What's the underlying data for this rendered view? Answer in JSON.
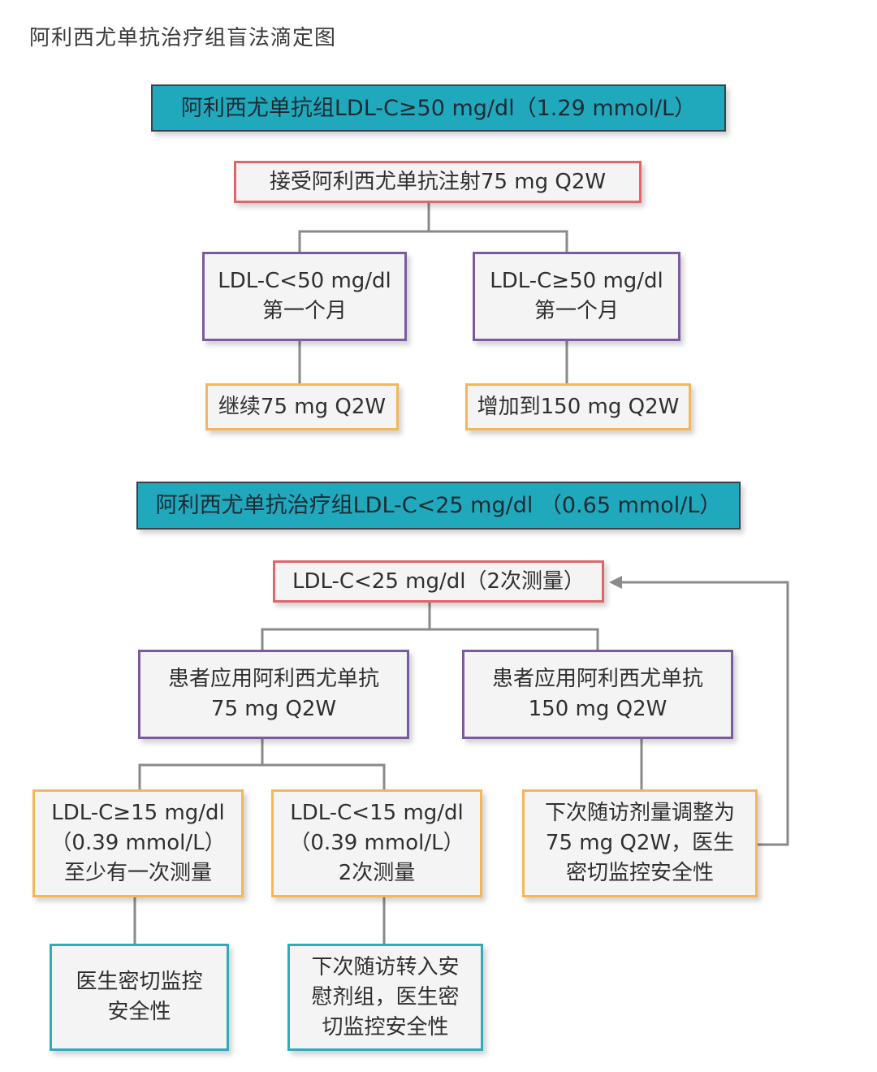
{
  "title": "阿利西尤单抗治疗组盲法滴定图",
  "colors": {
    "banner": "#20a9bd",
    "red_border": "#e0666a",
    "purple_border": "#7b5ba0",
    "orange_border": "#f5b65a",
    "teal_border": "#34a9ba",
    "connector": "#8a8a8a"
  },
  "section1": {
    "banner": "阿利西尤单抗组LDL-C≥50 mg/dl（1.29 mmol/L）",
    "start": "接受阿利西尤单抗注射75 mg Q2W",
    "left_cond": [
      "LDL-C<50 mg/dl",
      "第一个月"
    ],
    "right_cond": [
      "LDL-C≥50 mg/dl",
      "第一个月"
    ],
    "left_action": "继续75 mg Q2W",
    "right_action": "增加到150 mg Q2W"
  },
  "section2": {
    "banner": "阿利西尤单抗治疗组LDL-C<25 mg/dl （0.65 mmol/L）",
    "start": "LDL-C<25 mg/dl（2次测量）",
    "left_dose": [
      "患者应用阿利西尤单抗",
      "75 mg Q2W"
    ],
    "right_dose": [
      "患者应用阿利西尤单抗",
      "150 mg Q2W"
    ],
    "cond_a": [
      "LDL-C≥15 mg/dl",
      "（0.39 mmol/L）",
      "至少有一次测量"
    ],
    "cond_b": [
      "LDL-C<15 mg/dl",
      "（0.39 mmol/L）",
      "2次测量"
    ],
    "adjust": [
      "下次随访剂量调整为",
      "75 mg Q2W，医生",
      "密切监控安全性"
    ],
    "monitor": [
      "医生密切监控",
      "安全性"
    ],
    "placebo": [
      "下次随访转入安",
      "慰剂组，医生密",
      "切监控安全性"
    ]
  }
}
